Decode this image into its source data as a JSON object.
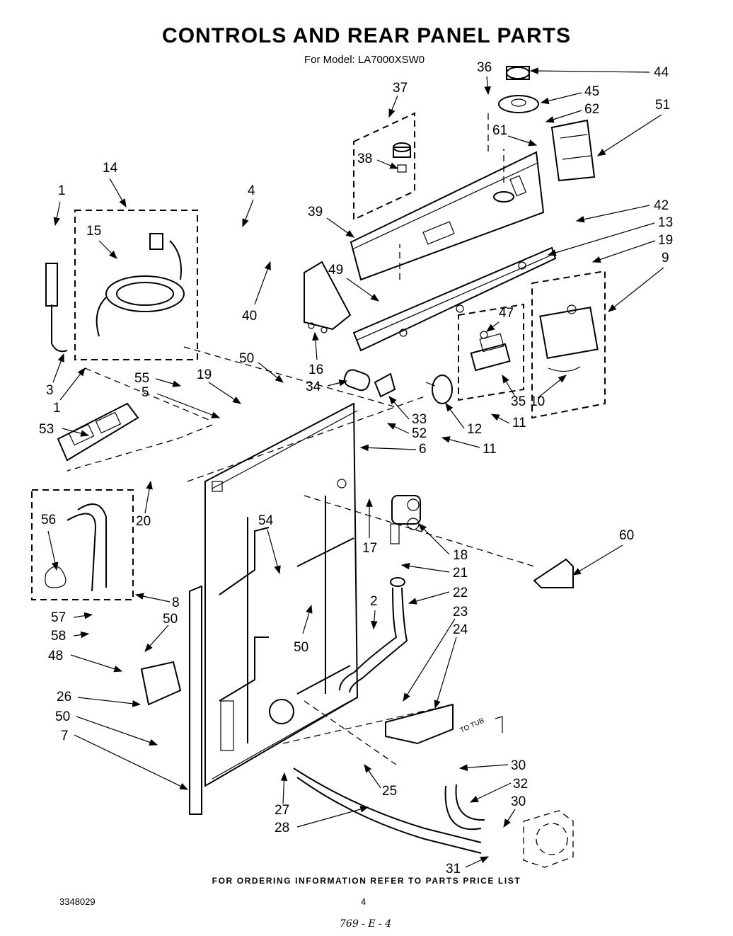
{
  "header": {
    "title": "CONTROLS AND REAR PANEL PARTS",
    "subtitle": "For Model: LA7000XSW0"
  },
  "footer": {
    "ordering_note": "FOR ORDERING INFORMATION REFER TO PARTS PRICE LIST",
    "document_number": "3348029",
    "page_number": "4",
    "handwritten_code": "769 - E - 4"
  },
  "diagram": {
    "inline_label": "TO TUB",
    "callouts": [
      "1",
      "14",
      "15",
      "3",
      "1",
      "53",
      "4",
      "40",
      "55",
      "5",
      "19",
      "50",
      "16",
      "34",
      "39",
      "49",
      "37",
      "38",
      "36",
      "44",
      "45",
      "62",
      "61",
      "51",
      "42",
      "13",
      "19",
      "9",
      "47",
      "35",
      "10",
      "11",
      "12",
      "33",
      "52",
      "11",
      "6",
      "20",
      "56",
      "8",
      "57",
      "58",
      "48",
      "50",
      "26",
      "50",
      "7",
      "54",
      "50",
      "17",
      "18",
      "21",
      "22",
      "2",
      "23",
      "24",
      "60",
      "25",
      "27",
      "28",
      "30",
      "32",
      "30",
      "31"
    ]
  }
}
